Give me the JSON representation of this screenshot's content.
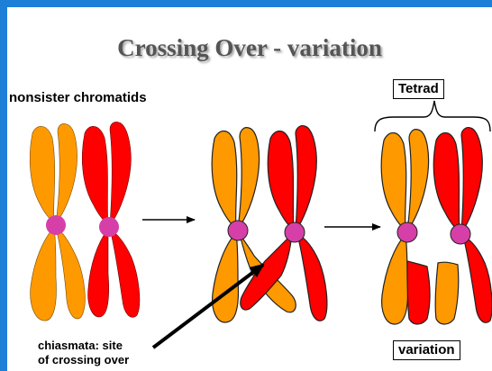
{
  "title": "Crossing Over - variation",
  "labels": {
    "nonsister": "nonsister chromatids",
    "tetrad": "Tetrad",
    "variation": "variation",
    "chiasmata_line1": "chiasmata: site",
    "chiasmata_line2": "of crossing over"
  },
  "colors": {
    "frame": "#1e7fd6",
    "orange": "#ff9900",
    "red": "#ff0000",
    "centromere": "#d63fa8"
  }
}
